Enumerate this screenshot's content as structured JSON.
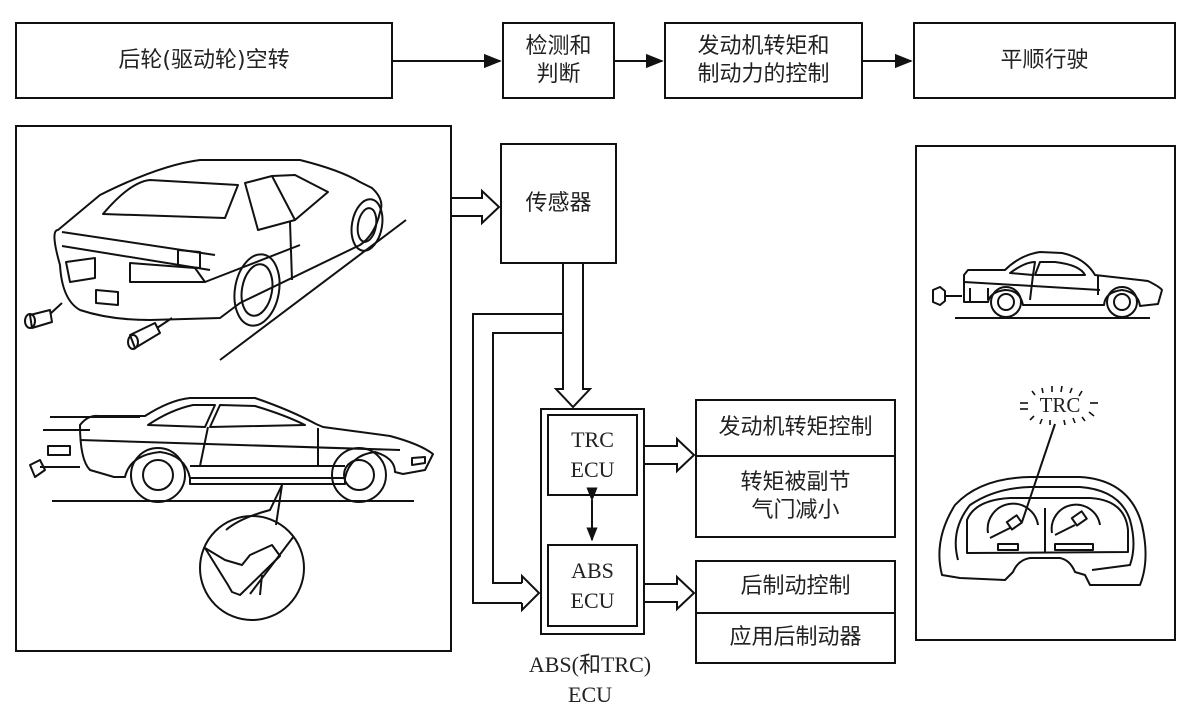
{
  "flow": {
    "step1": "后轮(驱动轮)空转",
    "step2_line1": "检测和",
    "step2_line2": "判断",
    "step3_line1": "发动机转矩和",
    "step3_line2": "制动力的控制",
    "step4": "平顺行驶"
  },
  "sensor": {
    "label": "传感器"
  },
  "ecu": {
    "trc_line1": "TRC",
    "trc_line2": "ECU",
    "abs_line1": "ABS",
    "abs_line2": "ECU",
    "caption_line1": "ABS(和TRC)",
    "caption_line2": "ECU"
  },
  "outputs": {
    "engine_torque_control": "发动机转矩控制",
    "engine_torque_detail_line1": "转矩被副节",
    "engine_torque_detail_line2": "气门减小",
    "rear_brake_control": "后制动控制",
    "rear_brake_detail": "应用后制动器"
  },
  "right_panel": {
    "indicator_label": "TRC"
  }
}
